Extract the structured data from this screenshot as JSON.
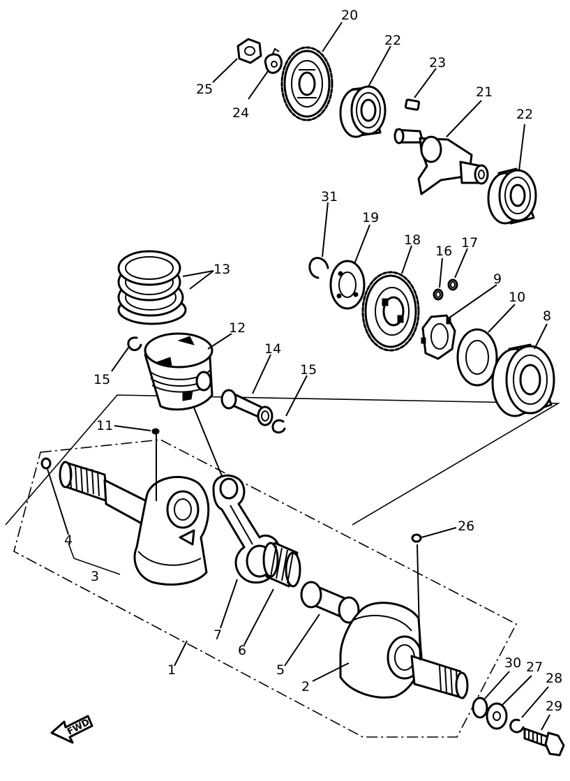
{
  "callouts": [
    {
      "id": "c1",
      "text": "1"
    },
    {
      "id": "c2",
      "text": "2"
    },
    {
      "id": "c3",
      "text": "3"
    },
    {
      "id": "c4",
      "text": "4"
    },
    {
      "id": "c5",
      "text": "5"
    },
    {
      "id": "c6",
      "text": "6"
    },
    {
      "id": "c7",
      "text": "7"
    },
    {
      "id": "c8",
      "text": "8"
    },
    {
      "id": "c9",
      "text": "9"
    },
    {
      "id": "c10",
      "text": "10"
    },
    {
      "id": "c11",
      "text": "11"
    },
    {
      "id": "c12",
      "text": "12"
    },
    {
      "id": "c13",
      "text": "13"
    },
    {
      "id": "c14",
      "text": "14"
    },
    {
      "id": "c15a",
      "text": "15"
    },
    {
      "id": "c15b",
      "text": "15"
    },
    {
      "id": "c16",
      "text": "16"
    },
    {
      "id": "c17",
      "text": "17"
    },
    {
      "id": "c18",
      "text": "18"
    },
    {
      "id": "c19",
      "text": "19"
    },
    {
      "id": "c20",
      "text": "20"
    },
    {
      "id": "c21",
      "text": "21"
    },
    {
      "id": "c22a",
      "text": "22"
    },
    {
      "id": "c22b",
      "text": "22"
    },
    {
      "id": "c23",
      "text": "23"
    },
    {
      "id": "c24",
      "text": "24"
    },
    {
      "id": "c25",
      "text": "25"
    },
    {
      "id": "c26",
      "text": "26"
    },
    {
      "id": "c27",
      "text": "27"
    },
    {
      "id": "c28",
      "text": "28"
    },
    {
      "id": "c29",
      "text": "29"
    },
    {
      "id": "c30",
      "text": "30"
    },
    {
      "id": "c31",
      "text": "31"
    }
  ],
  "fwd_label": "FWD",
  "icons": {
    "fwd_arrow": "fwd-arrow-icon"
  }
}
